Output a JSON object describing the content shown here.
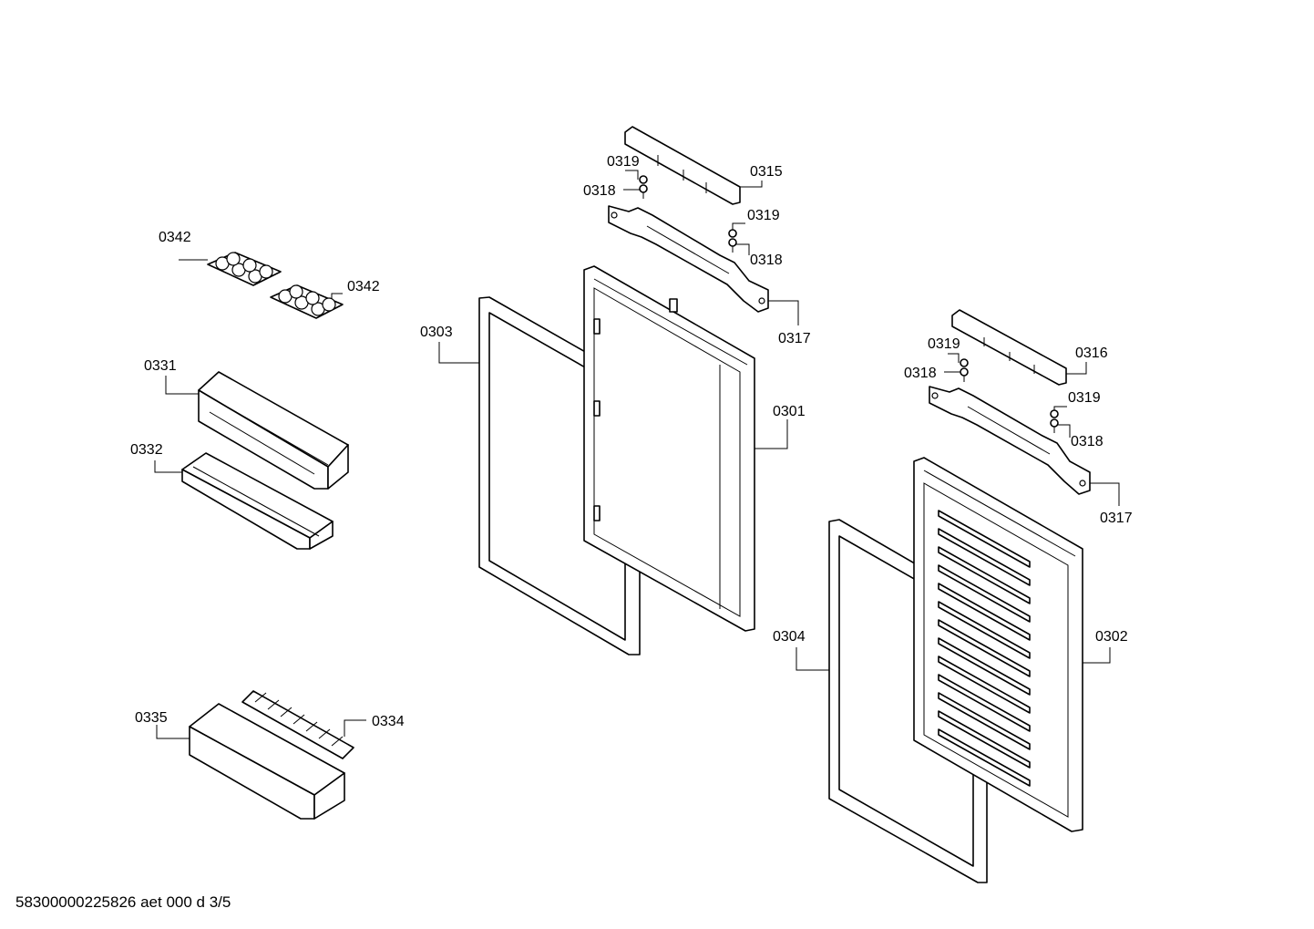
{
  "labels": {
    "p0301": "0301",
    "p0302": "0302",
    "p0303": "0303",
    "p0304": "0304",
    "p0315": "0315",
    "p0316": "0316",
    "p0317a": "0317",
    "p0317b": "0317",
    "p0318a": "0318",
    "p0318b": "0318",
    "p0318c": "0318",
    "p0318d": "0318",
    "p0319a": "0319",
    "p0319b": "0319",
    "p0319c": "0319",
    "p0319d": "0319",
    "p0331": "0331",
    "p0332": "0332",
    "p0334": "0334",
    "p0335": "0335",
    "p0342a": "0342",
    "p0342b": "0342"
  },
  "footer": "58300000225826 aet 000 d 3/5"
}
